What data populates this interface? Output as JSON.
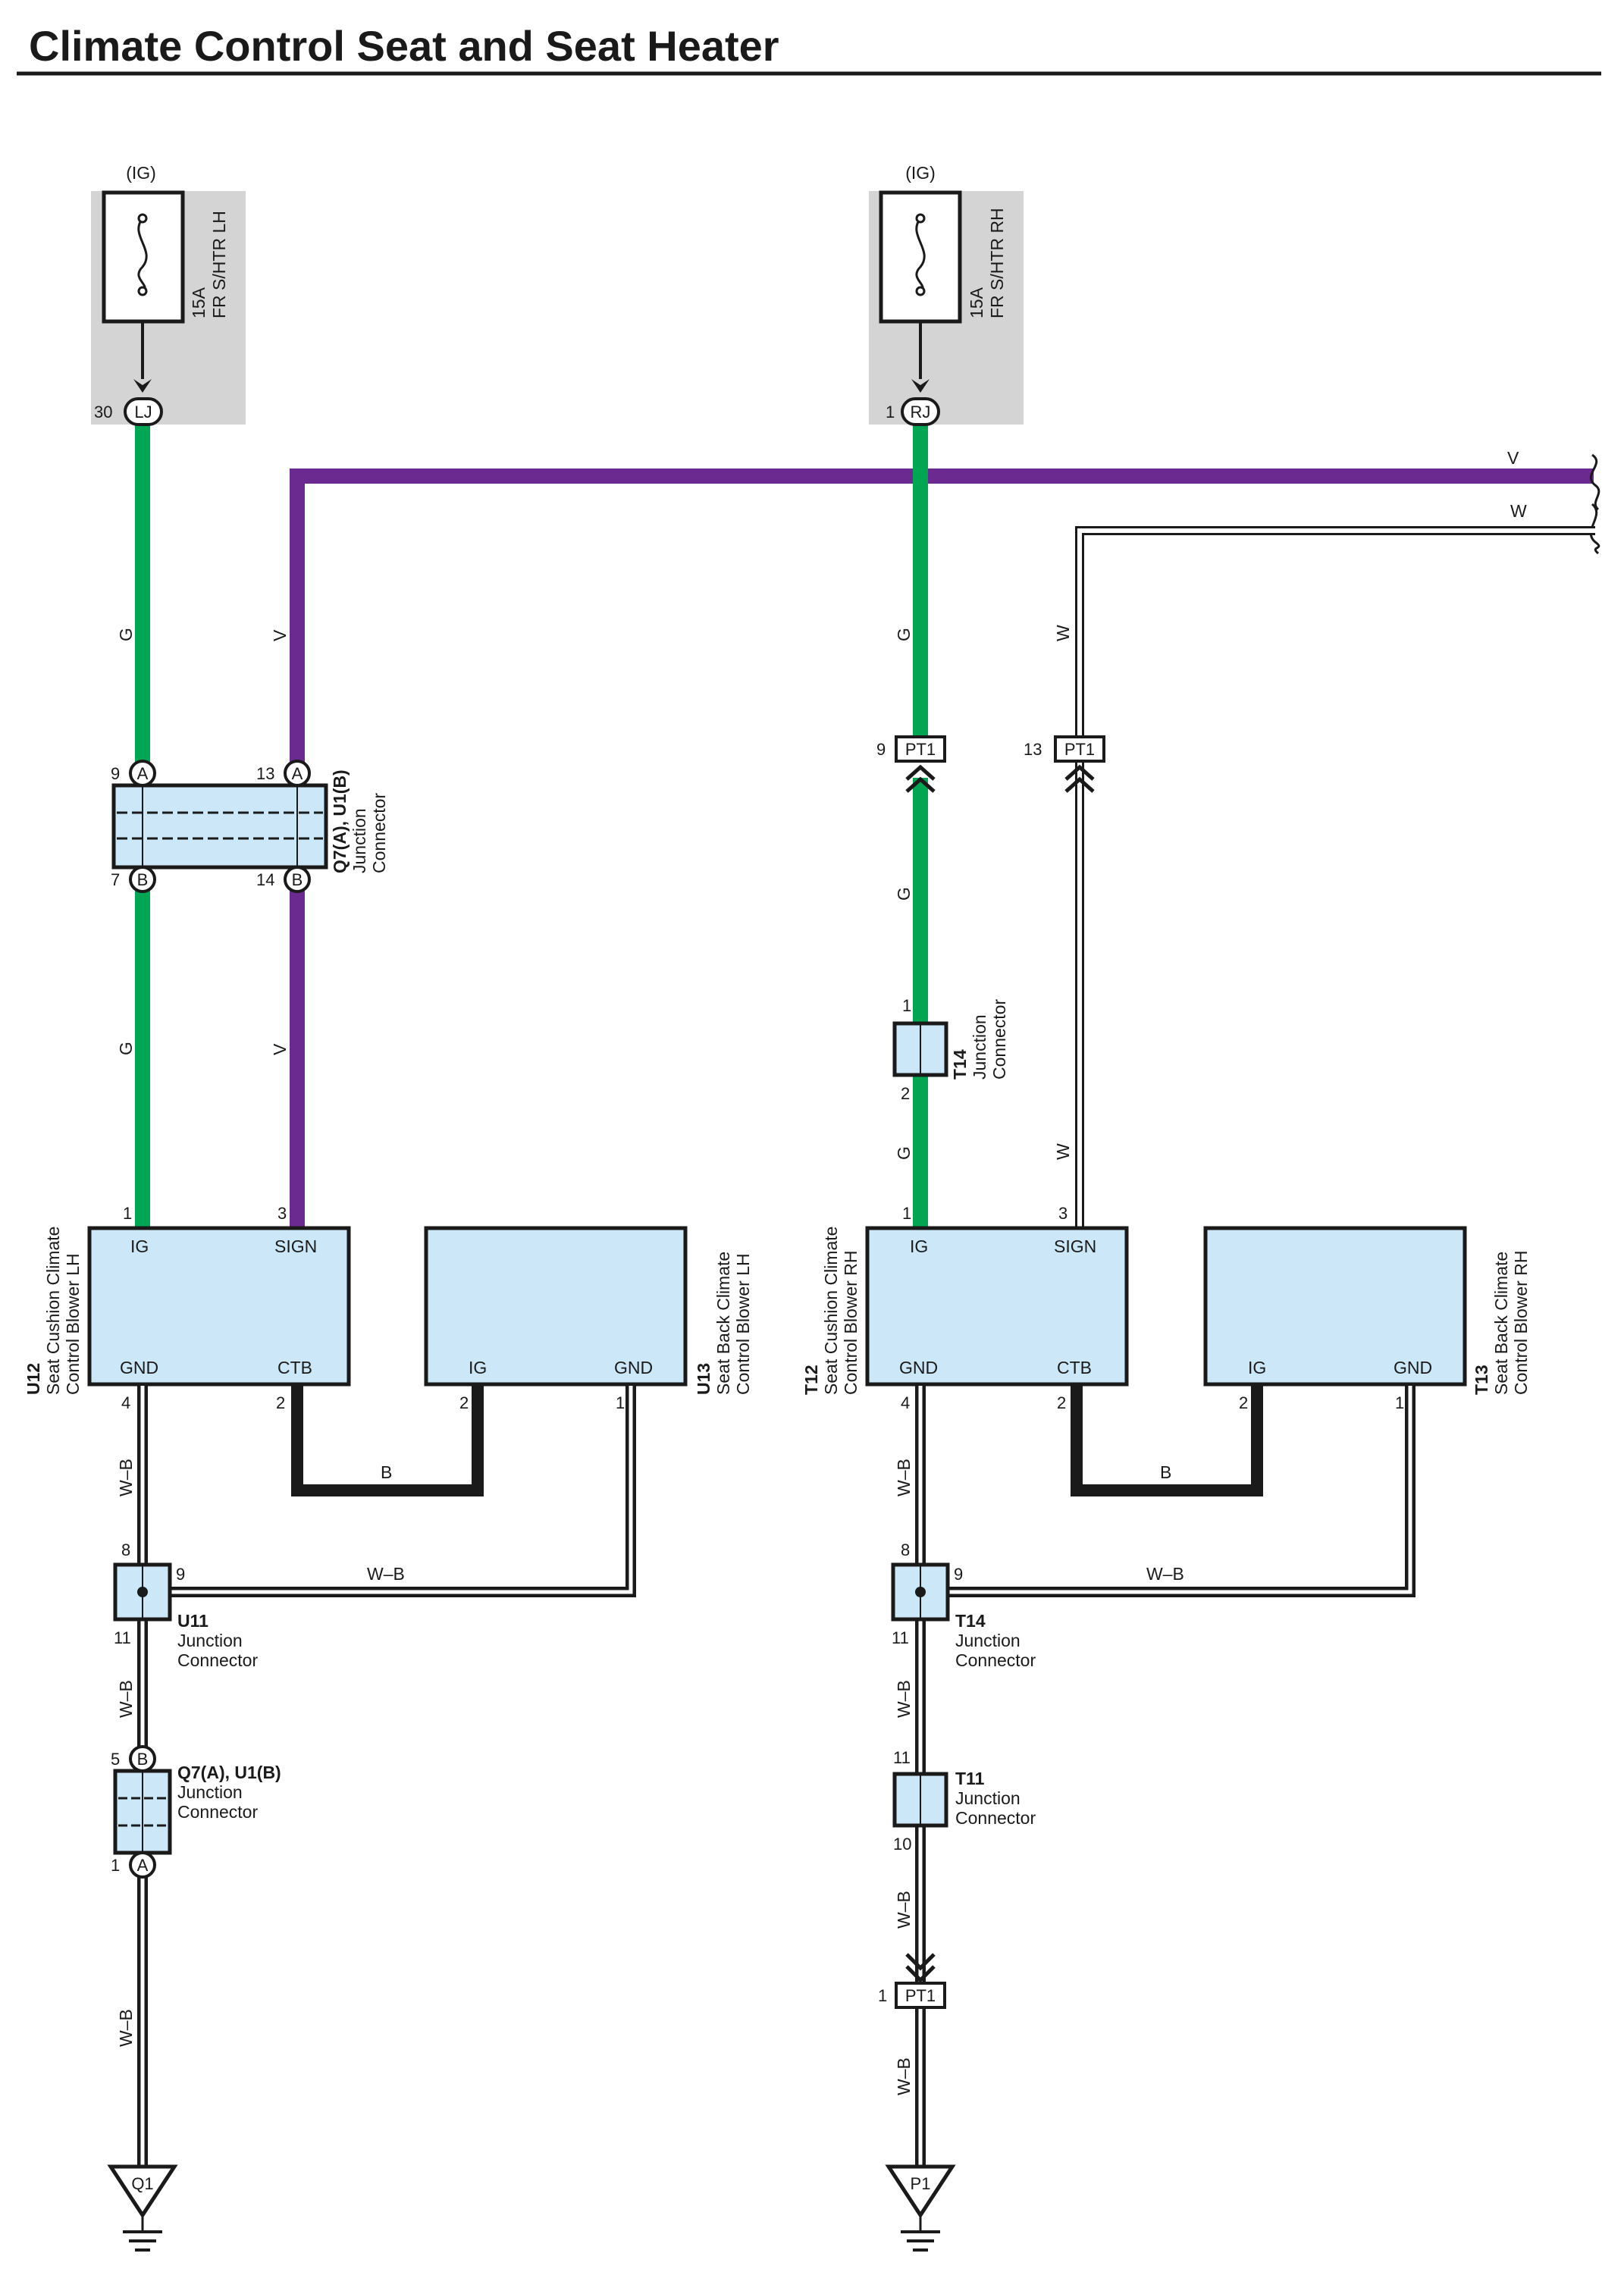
{
  "title": "Climate Control Seat and Seat Heater",
  "colors": {
    "green": "#00a651",
    "violet": "#6b2a8f",
    "black": "#1a1a1a",
    "box_fill": "#cce8f8",
    "fuse_bg": "#d4d4d4"
  },
  "fuses": {
    "lh": {
      "source": "(IG)",
      "rating": "15A",
      "name": "FR S/HTR LH",
      "connector": "LJ",
      "pin": "30"
    },
    "rh": {
      "source": "(IG)",
      "rating": "15A",
      "name": "FR S/HTR RH",
      "connector": "RJ",
      "pin": "1"
    }
  },
  "wire_labels": {
    "G": "G",
    "V": "V",
    "W": "W",
    "WB": "W–B",
    "B": "B"
  },
  "left": {
    "jc1": {
      "code": "Q7(A), U1(B)",
      "desc1": "Junction",
      "desc2": "Connector",
      "a_letter": "A",
      "b_letter": "B",
      "pin_a_g": "9",
      "pin_a_v": "13",
      "pin_b_g": "7",
      "pin_b_v": "14"
    },
    "cushion": {
      "code": "U12",
      "name1": "Seat Cushion Climate",
      "name2": "Control Blower LH",
      "t_ig": "IG",
      "t_sign": "SIGN",
      "t_gnd": "GND",
      "t_ctb": "CTB",
      "pin_ig": "1",
      "pin_sign": "3",
      "pin_gnd": "4",
      "pin_ctb": "2"
    },
    "back": {
      "code": "U13",
      "name1": "Seat Back Climate",
      "name2": "Control Blower LH",
      "t_ig": "IG",
      "t_gnd": "GND",
      "pin_ig": "2",
      "pin_gnd": "1"
    },
    "jc2": {
      "code": "U11",
      "desc1": "Junction",
      "desc2": "Connector",
      "pin_top": "8",
      "pin_right": "9",
      "pin_bottom": "11"
    },
    "jc3": {
      "code": "Q7(A), U1(B)",
      "desc1": "Junction",
      "desc2": "Connector",
      "b_letter": "B",
      "a_letter": "A",
      "pin_b": "5",
      "pin_a": "1"
    },
    "ground": "Q1"
  },
  "right": {
    "pt1_g": {
      "code": "PT1",
      "pin": "9"
    },
    "pt1_w": {
      "code": "PT1",
      "pin": "13"
    },
    "jc1": {
      "code": "T14",
      "desc1": "Junction",
      "desc2": "Connector",
      "pin_top": "1",
      "pin_bottom": "2"
    },
    "cushion": {
      "code": "T12",
      "name1": "Seat Cushion Climate",
      "name2": "Control Blower RH",
      "t_ig": "IG",
      "t_sign": "SIGN",
      "t_gnd": "GND",
      "t_ctb": "CTB",
      "pin_ig": "1",
      "pin_sign": "3",
      "pin_gnd": "4",
      "pin_ctb": "2"
    },
    "back": {
      "code": "T13",
      "name1": "Seat Back Climate",
      "name2": "Control Blower RH",
      "t_ig": "IG",
      "t_gnd": "GND",
      "pin_ig": "2",
      "pin_gnd": "1"
    },
    "jc2": {
      "code": "T14",
      "desc1": "Junction",
      "desc2": "Connector",
      "pin_top": "8",
      "pin_right": "9",
      "pin_bottom": "11"
    },
    "jc3": {
      "code": "T11",
      "desc1": "Junction",
      "desc2": "Connector",
      "pin_top": "11",
      "pin_bottom": "10"
    },
    "pt1_gnd": {
      "code": "PT1",
      "pin": "1"
    },
    "ground": "P1"
  }
}
